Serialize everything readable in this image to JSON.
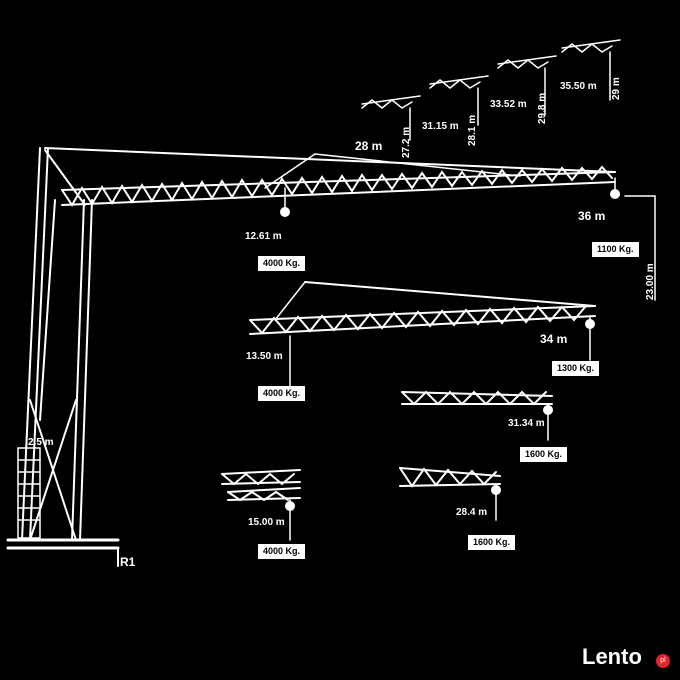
{
  "diagram": {
    "main_config": {
      "reach_label": "36 m",
      "tip_load": "1100 Kg.",
      "mid_reach": "12.61 m",
      "mid_load": "4000 Kg.",
      "tower_height": "23.00 m",
      "jib_extension": "28 m"
    },
    "small_configs": [
      {
        "reach": "35.50 m",
        "height": "29 m"
      },
      {
        "reach": "33.52 m",
        "height": "29.8 m"
      },
      {
        "reach": "31.15 m",
        "height": "28.1 m"
      },
      {
        "reach": "",
        "height": "27.2 m"
      }
    ],
    "config_34": {
      "reach": "34 m",
      "tip_load": "1300 Kg.",
      "mid_reach": "13.50 m",
      "mid_load": "4000 Kg."
    },
    "config_31": {
      "reach": "31.34 m",
      "tip_load": "1600 Kg."
    },
    "config_28": {
      "reach": "28.4 m",
      "tip_load": "1600 Kg."
    },
    "config_15": {
      "reach": "15.00 m",
      "load": "4000 Kg."
    },
    "base": {
      "width_label": "2.5 m",
      "reaction_label": "R1"
    }
  },
  "watermark": {
    "brand": "Lento",
    "tld": "pl"
  }
}
